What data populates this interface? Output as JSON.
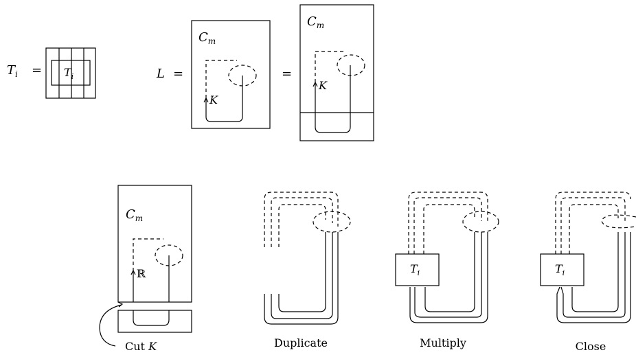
{
  "labels": {
    "Ti_lhs": "T",
    "Ti_lhs_sub": "i",
    "Ti_box": "T",
    "Ti_box_sub": "i",
    "L_lhs": "L",
    "equals": "=",
    "Cm_main": "C",
    "Cm_sub": "m",
    "K": "K",
    "R": "ℝ",
    "Ti_multiply": "T",
    "Ti_close": "T",
    "Ti_sub": "i"
  },
  "captions": {
    "cut": "Cut",
    "cut_var": "K",
    "duplicate": "Duplicate",
    "multiply": "Multiply",
    "close": "Close"
  }
}
